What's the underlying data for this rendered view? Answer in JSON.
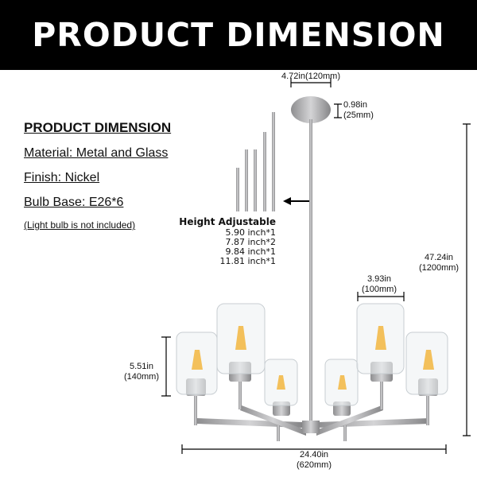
{
  "banner": {
    "title": "PRODUCT DIMENSION"
  },
  "specs": {
    "heading": "PRODUCT DIMENSION",
    "material": "Material: Metal and Glass",
    "finish": "Finish: Nickel",
    "bulb_base": "Bulb Base:  E26*6",
    "note": "(Light bulb is not included)"
  },
  "height_adjustable": {
    "title": "Height Adjustable",
    "rods": [
      "5.90 inch*1",
      "7.87 inch*2",
      "9.84 inch*1",
      "11.81 inch*1"
    ]
  },
  "dimensions": {
    "canopy_width": "4.72in(120mm)",
    "canopy_height_in": "0.98in",
    "canopy_height_mm": "(25mm)",
    "total_height_in": "47.24in",
    "total_height_mm": "(1200mm)",
    "shade_width_in": "3.93in",
    "shade_width_mm": "(100mm)",
    "shade_height_in": "5.51in",
    "shade_height_mm": "(140mm)",
    "total_width_in": "24.40in",
    "total_width_mm": "(620mm)"
  },
  "colors": {
    "banner": "#000000",
    "metal": "#a9a9ab",
    "bulb": "#f2b233"
  }
}
